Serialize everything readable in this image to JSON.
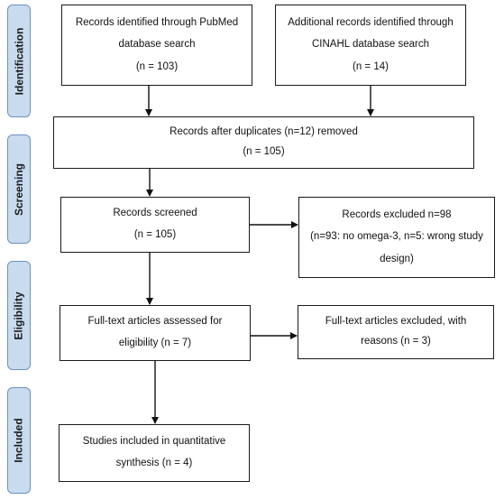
{
  "phases": [
    {
      "id": "identification",
      "label": "Identification"
    },
    {
      "id": "screening",
      "label": "Screening"
    },
    {
      "id": "eligibility",
      "label": "Eligibility"
    },
    {
      "id": "included",
      "label": "Included"
    }
  ],
  "boxes": {
    "pubmed": {
      "lines": [
        "Records identified through PubMed",
        "database search",
        "(n = 103)"
      ]
    },
    "cinahl": {
      "lines": [
        "Additional records identified through",
        "CINAHL database search",
        "(n = 14)"
      ]
    },
    "duplicates": {
      "lines": [
        "Records after duplicates (n=12) removed",
        "(n = 105)"
      ]
    },
    "screened": {
      "lines": [
        "Records screened",
        "(n = 105)"
      ]
    },
    "excluded": {
      "lines": [
        "Records excluded n=98",
        "(n=93: no omega-3, n=5: wrong study",
        "design)"
      ]
    },
    "fulltext": {
      "lines": [
        "Full-text articles assessed for",
        "eligibility (n = 7)"
      ]
    },
    "fulltext_excluded": {
      "lines": [
        "Full-text articles excluded, with",
        "reasons (n = 3)"
      ]
    },
    "included": {
      "lines": [
        "Studies included in quantitative",
        "synthesis (n = 4)"
      ]
    }
  }
}
